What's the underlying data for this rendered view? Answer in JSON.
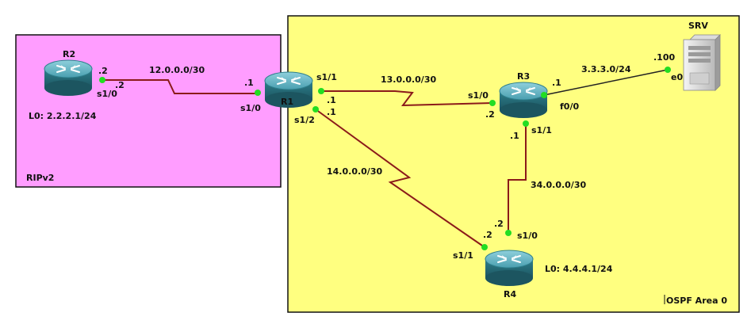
{
  "areas": {
    "rip": {
      "label": "RIPv2",
      "color": "#ff9dff"
    },
    "ospf": {
      "label": "OSPF Area 0",
      "color": "#ffff80"
    }
  },
  "devices": {
    "r1": {
      "name": "R1"
    },
    "r2": {
      "name": "R2",
      "loopback": "L0: 2.2.2.1/24"
    },
    "r3": {
      "name": "R3"
    },
    "r4": {
      "name": "R4",
      "loopback": "L0: 4.4.4.1/24"
    },
    "srv": {
      "name": "SRV"
    }
  },
  "links": {
    "r2_r1": {
      "subnet": "12.0.0.0/30",
      "r2_if": "s1/0",
      "r2_host": ".2",
      "r2_host_b": ".2",
      "r1_if": "s1/0",
      "r1_host": ".1"
    },
    "r1_r3": {
      "subnet": "13.0.0.0/30",
      "r1_if": "s1/1",
      "r1_host": ".1",
      "r3_if": "s1/0",
      "r3_host": ".2"
    },
    "r1_r4": {
      "subnet": "14.0.0.0/30",
      "r1_if": "s1/2",
      "r1_host": ".1",
      "r4_if": "s1/1",
      "r4_host": ".2"
    },
    "r3_r4": {
      "subnet": "34.0.0.0/30",
      "r3_if": "s1/1",
      "r3_host": ".1",
      "r4_if": "s1/0",
      "r4_host": ".2"
    },
    "r3_srv": {
      "subnet": "3.3.3.0/24",
      "r3_if": "f0/0",
      "r3_host": ".1",
      "srv_if": "e0",
      "srv_host": ".100"
    }
  },
  "colors": {
    "serial": "#8b1a1a",
    "ethernet": "#222222",
    "port": "#22dd22",
    "router": "#2e7f8c"
  }
}
